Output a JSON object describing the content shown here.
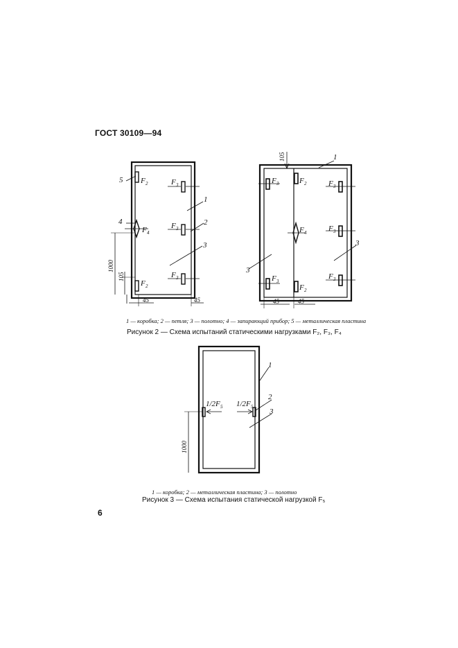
{
  "header": {
    "doc_code": "ГОСТ 30109—94"
  },
  "page": {
    "number": "6"
  },
  "figure2": {
    "legend": "1 — коробка; 2 — петля; 3 — полотно; 4 — запирающий прибор; 5 — металлическая пластина",
    "caption": "Рисунок 2 — Схема испытаний статическими нагрузками F₂, F₃, F₄",
    "left_door": {
      "callouts": [
        "5",
        "4",
        "1",
        "2",
        "3"
      ],
      "forces": {
        "f2": "F",
        "f2_sub": "2",
        "f3": "F",
        "f3_sub": "3",
        "f4": "F",
        "f4_sub": "4"
      },
      "dims": {
        "height": "1000",
        "offset": "105",
        "left_gap": "45",
        "right_gap": "45"
      }
    },
    "right_door": {
      "callouts": [
        "1",
        "3",
        "3"
      ],
      "forces": {
        "f2": "F",
        "f2_sub": "2",
        "f3": "F",
        "f3_sub": "3",
        "f4": "F",
        "f4_sub": "4"
      },
      "dims": {
        "top": "105",
        "left_gap": "45",
        "right_gap": "45"
      }
    }
  },
  "figure3": {
    "legend": "1 — коробка; 2 — металлическая пластина; 3 — полотно",
    "caption": "Рисунок 3 — Схема испытания статической нагрузкой F₅",
    "callouts": [
      "1",
      "2",
      "3"
    ],
    "force_label": "1/2F",
    "force_sub": "5",
    "dims": {
      "height": "1000"
    }
  }
}
